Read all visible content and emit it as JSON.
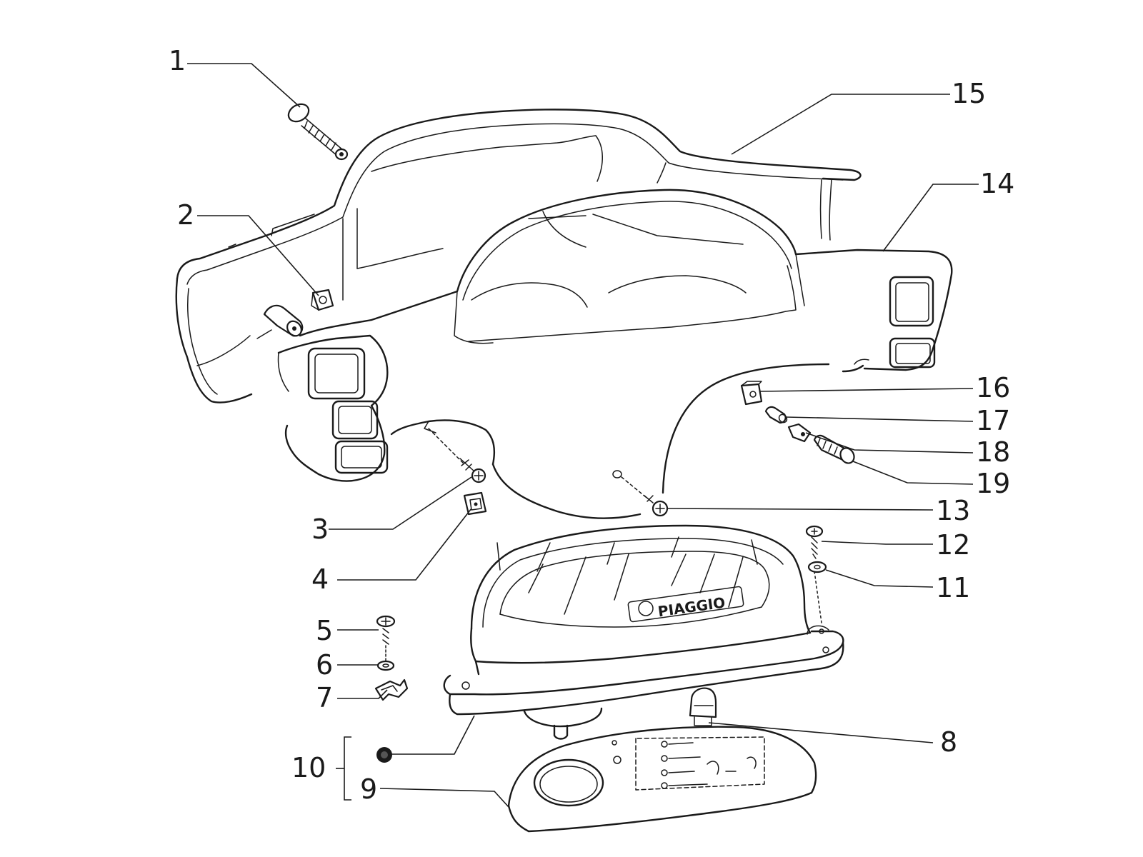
{
  "diagram": {
    "brand_logo_text": "PIAGGIO",
    "callouts": [
      {
        "id": "1",
        "label": "1"
      },
      {
        "id": "2",
        "label": "2"
      },
      {
        "id": "3",
        "label": "3"
      },
      {
        "id": "4",
        "label": "4"
      },
      {
        "id": "5",
        "label": "5"
      },
      {
        "id": "6",
        "label": "6"
      },
      {
        "id": "7",
        "label": "7"
      },
      {
        "id": "8",
        "label": "8"
      },
      {
        "id": "9",
        "label": "9"
      },
      {
        "id": "10",
        "label": "10"
      },
      {
        "id": "11",
        "label": "11"
      },
      {
        "id": "12",
        "label": "12"
      },
      {
        "id": "13",
        "label": "13"
      },
      {
        "id": "14",
        "label": "14"
      },
      {
        "id": "15",
        "label": "15"
      },
      {
        "id": "16",
        "label": "16"
      },
      {
        "id": "17",
        "label": "17"
      },
      {
        "id": "18",
        "label": "18"
      },
      {
        "id": "19",
        "label": "19"
      }
    ]
  }
}
